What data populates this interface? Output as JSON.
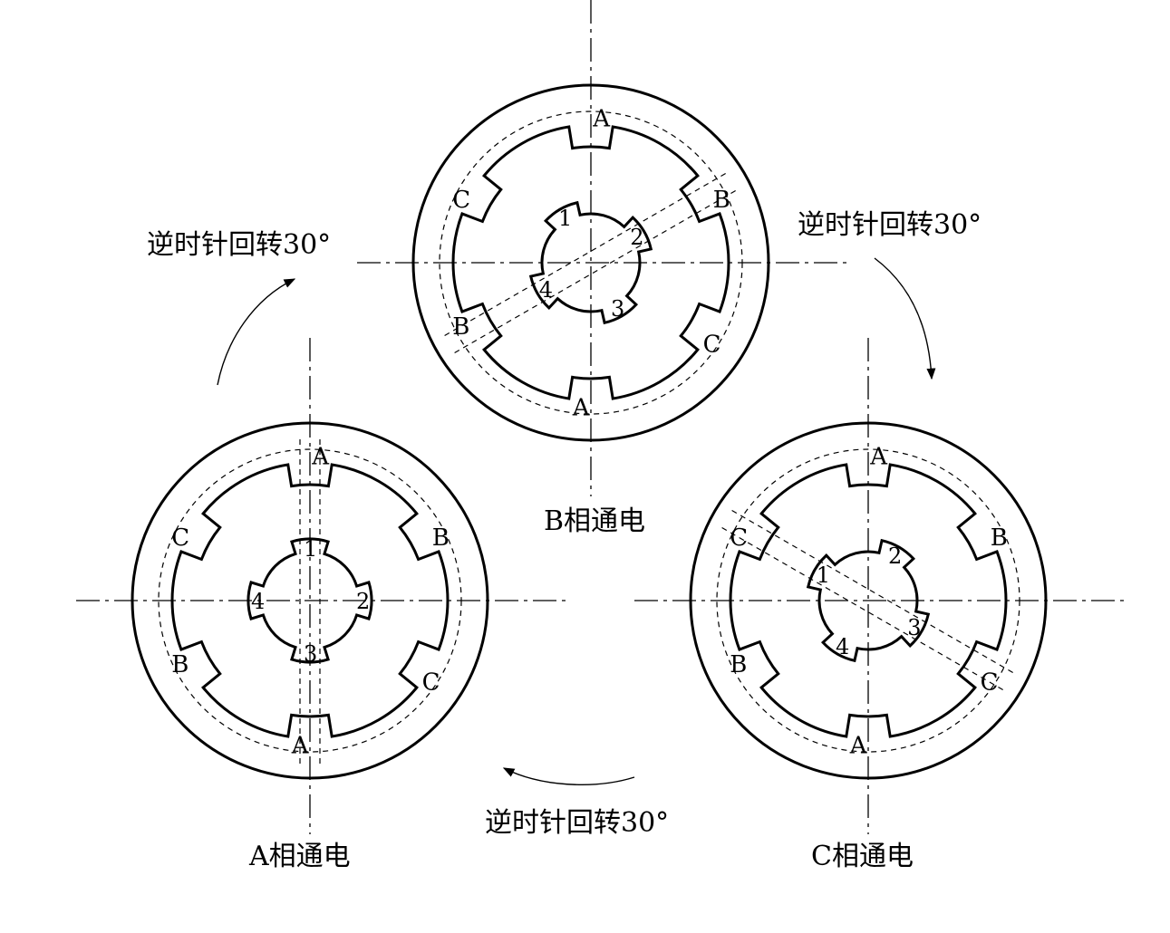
{
  "motors": [
    {
      "id": "A",
      "caption": "A相通电",
      "poles": {
        "top": "A",
        "upper_right": "B",
        "lower_right": "C",
        "bottom": "A",
        "lower_left": "B",
        "upper_left": "C"
      },
      "teeth": [
        "1",
        "2",
        "3",
        "4"
      ]
    },
    {
      "id": "B",
      "caption": "B相通电",
      "poles": {
        "top": "A",
        "upper_right": "B",
        "lower_right": "C",
        "bottom": "A",
        "lower_left": "B",
        "upper_left": "C"
      },
      "teeth": [
        "1",
        "2",
        "3",
        "4"
      ]
    },
    {
      "id": "C",
      "caption": "C相通电",
      "poles": {
        "top": "A",
        "upper_right": "B",
        "lower_right": "C",
        "bottom": "A",
        "lower_left": "B",
        "upper_left": "C"
      },
      "teeth": [
        "1",
        "2",
        "3",
        "4"
      ]
    }
  ],
  "rotations": {
    "upper_left": "逆时针回转30°",
    "upper_right": "逆时针回转30°",
    "bottom": "逆时针回转30°"
  }
}
